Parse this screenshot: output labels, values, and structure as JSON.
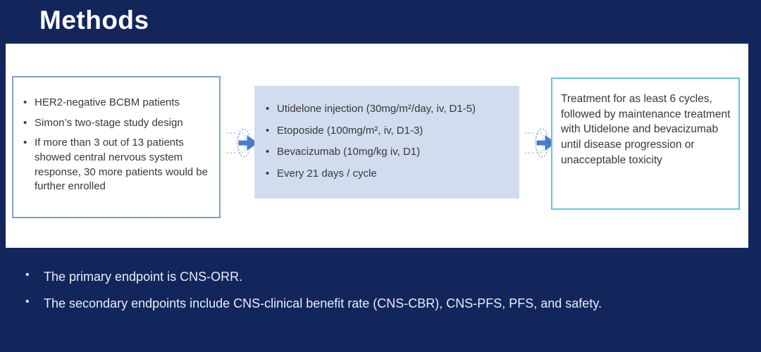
{
  "slide": {
    "title": "Methods",
    "flow": {
      "left_box": {
        "bullets": [
          "HER2-negative BCBM patients",
          "Simon’s two-stage study design",
          "If more than 3 out of 13 patients showed central nervous system response, 30 more patients would be further enrolled"
        ]
      },
      "middle_box": {
        "bullets": [
          "Utidelone injection (30mg/m²/day, iv, D1-5)",
          "Etoposide (100mg/m², iv, D1-3)",
          "Bevacizumab (10mg/kg iv, D1)",
          "Every 21 days / cycle"
        ]
      },
      "right_box": {
        "text": "Treatment for as least 6 cycles, followed by maintenance treatment with Utidelone and bevacizumab until disease progression or unacceptable toxicity"
      },
      "arrow_icon": "flow-arrow-right"
    },
    "endpoints": {
      "bullets": [
        "The primary endpoint is CNS-ORR.",
        "The secondary endpoints include CNS-clinical benefit rate (CNS-CBR), CNS-PFS, PFS, and safety."
      ]
    },
    "colors": {
      "background": "#12265c",
      "panel": "#ffffff",
      "middle_box_fill": "#d2dcef",
      "left_box_border": "#7da0cc",
      "right_box_border": "#5fc4ee",
      "arrow_blue": "#4b7bd0",
      "body_text": "#383838",
      "light_text": "#e9edf4"
    }
  }
}
